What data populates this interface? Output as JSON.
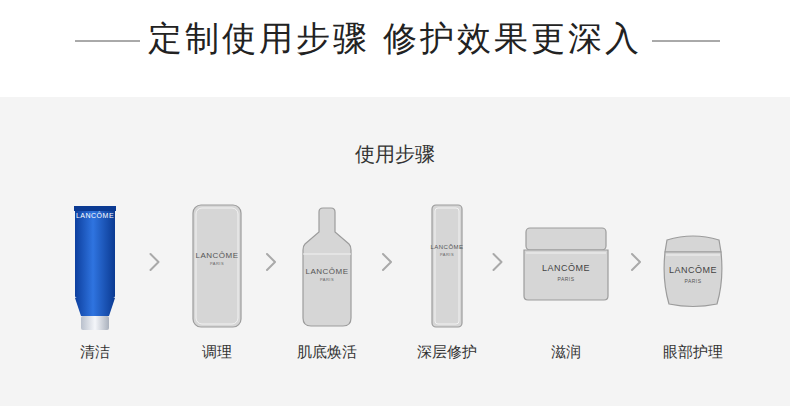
{
  "diagram": {
    "title": "定制使用步骤 修护效果更深入",
    "nodes": [
      {
        "text": [
          "LANCÔME",
          "清洁"
        ]
      },
      {
        "text": [
          "LANCÔME",
          "PARIS",
          "调理"
        ]
      },
      {
        "text": [
          "LANCÔME",
          "PARIS",
          "肌底焕活"
        ]
      },
      {
        "text": [
          "LANCÔME",
          "PARIS",
          "深层修护"
        ]
      },
      {
        "text": [
          "LANCÔME",
          "PARIS",
          "滋润"
        ]
      },
      {
        "text": [
          "LANCÔME",
          "PARIS",
          "眼部护理"
        ]
      }
    ],
    "edges": [
      {
        "from": 0,
        "to": 1,
        "arrow": "to"
      },
      {
        "from": 1,
        "to": 2,
        "arrow": "to"
      },
      {
        "from": 2,
        "to": 3,
        "arrow": "to"
      },
      {
        "from": 3,
        "to": 4,
        "arrow": "to"
      },
      {
        "from": 4,
        "to": 5,
        "arrow": "to"
      }
    ],
    "labels": [
      "使用步骤"
    ]
  }
}
